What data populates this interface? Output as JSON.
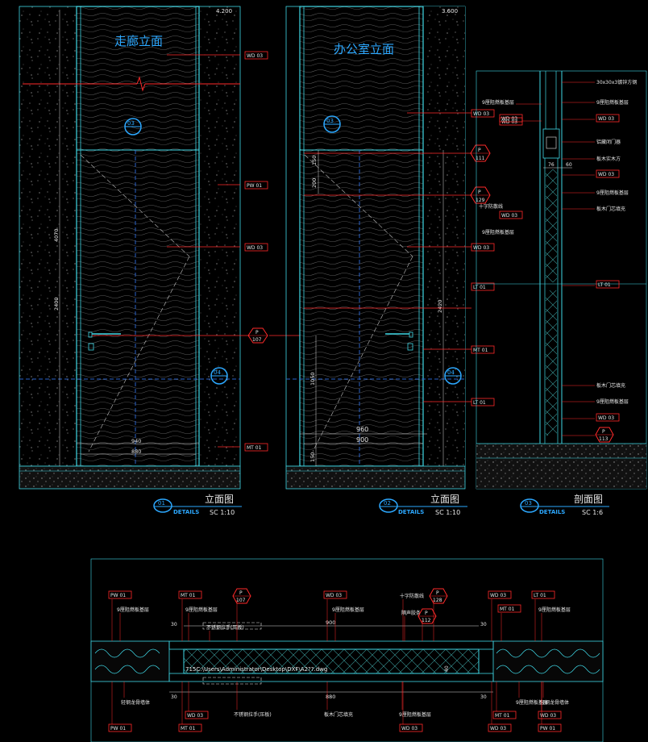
{
  "drawing": {
    "colors": {
      "background": "#000000",
      "outline": "#3fd8e6",
      "leader": "#ff2a2a",
      "dim": "#d8d8d8",
      "grid": "#2a62c8",
      "text": "#e8e8e8",
      "title_blue": "#2ca8ff"
    },
    "elev1": {
      "room_title": "走廊立面",
      "level": "4.200",
      "marker_top": "03",
      "marker_side": "04",
      "dims": {
        "height_total": "4070",
        "height_door": "2400",
        "width_a": "940",
        "width_b": "880"
      },
      "tags": [
        "WD 03",
        "PW 01",
        "WD 03",
        "MT 01"
      ],
      "door_tag": {
        "code": "P",
        "num": "107"
      },
      "title": {
        "num": "01",
        "name": "立面图",
        "details": "DETAILS",
        "scale": "SC 1:10"
      }
    },
    "elev2": {
      "room_title": "办公室立面",
      "level": "3.600",
      "marker_top": "03",
      "marker_side": "04",
      "dims": {
        "d150": "150",
        "d200": "200",
        "height_door": "2420",
        "d1050": "1050",
        "width_a": "960",
        "width_b": "900",
        "d150b": "150"
      },
      "tags": [
        "WD 03",
        "WD 03",
        "LT 01",
        "MT 01",
        "LT 01"
      ],
      "p_tags": [
        {
          "code": "P",
          "num": "111"
        },
        {
          "code": "P",
          "num": "129"
        }
      ],
      "title": {
        "num": "02",
        "name": "立面图",
        "details": "DETAILS",
        "scale": "SC 1:10"
      }
    },
    "section": {
      "dims": {
        "a": "76",
        "b": "60"
      },
      "labels": [
        {
          "t": "30x30x3镀锌方钢"
        },
        {
          "t": "9厘阻燃板基层"
        },
        {
          "t": "WD 03",
          "tag": true
        },
        {
          "t": "WD 03",
          "tag": true
        },
        {
          "t": "铝藏闭门器"
        },
        {
          "t": "板木实木方"
        },
        {
          "t": "WD 03",
          "tag": true
        },
        {
          "t": "9厘阻燃板基层"
        },
        {
          "t": "板木门芯填充"
        },
        {
          "t": "十字防散线"
        },
        {
          "t": "WD 03",
          "tag": true
        },
        {
          "t": "9厘阻燃板基层"
        },
        {
          "t": "LT 01",
          "tag": true
        },
        {
          "t": "板木门芯填充"
        },
        {
          "t": "9厘阻燃板基层"
        },
        {
          "t": "WD 03",
          "tag": true
        },
        {
          "code": "P",
          "num": "113"
        }
      ],
      "left_tags": [
        "9厘阻燃板基层",
        "WD 03"
      ],
      "title": {
        "num": "03",
        "name": "剖面图",
        "details": "DETAILS",
        "scale": "SC 1:6"
      }
    },
    "plan": {
      "dims": {
        "top_900": "900",
        "bottom_880": "880",
        "side_40": "40",
        "s30a": "30",
        "s30b": "30",
        "s30c": "30",
        "s30d": "30"
      },
      "path": "715C:\\Users\\Administrator\\Desktop\\DXF\\A2??.dwg",
      "labels_top": [
        {
          "t": "PW 01",
          "tag": true
        },
        {
          "t": "9厘阻燃板基层"
        },
        {
          "t": "MT 01",
          "tag": true
        },
        {
          "t": "9厘阻燃板基层"
        },
        {
          "code": "P",
          "num": "107"
        },
        {
          "t": "不锈钢拉手(压板)"
        },
        {
          "t": "WD 03",
          "tag": true
        },
        {
          "t": "9厘阻燃板基层"
        },
        {
          "t": "十字防散线"
        },
        {
          "code": "P",
          "num": "128"
        },
        {
          "t": "隔声胶条"
        },
        {
          "code": "P",
          "num": "112"
        },
        {
          "t": "WD 03",
          "tag": true
        },
        {
          "t": "MT 01",
          "tag": true
        },
        {
          "t": "LT 01",
          "tag": true
        },
        {
          "t": "9厘阻燃板基层"
        }
      ],
      "labels_bottom": [
        {
          "t": "轻钢龙骨墙体"
        },
        {
          "t": "WD 03",
          "tag": true
        },
        {
          "t": "MT 01",
          "tag": true
        },
        {
          "t": "PW 01",
          "tag": true
        },
        {
          "t": "不锈钢拉手(压板)"
        },
        {
          "t": "板木门芯填充"
        },
        {
          "t": "9厘阻燃板基层"
        },
        {
          "t": "WD 03",
          "tag": true
        },
        {
          "t": "MT 01",
          "tag": true
        },
        {
          "t": "WD 03",
          "tag": true
        },
        {
          "t": "9厘阻燃板基层"
        },
        {
          "t": "轻钢龙骨墙体"
        },
        {
          "t": "WD 03",
          "tag": true
        },
        {
          "t": "PW 01",
          "tag": true
        }
      ]
    }
  }
}
